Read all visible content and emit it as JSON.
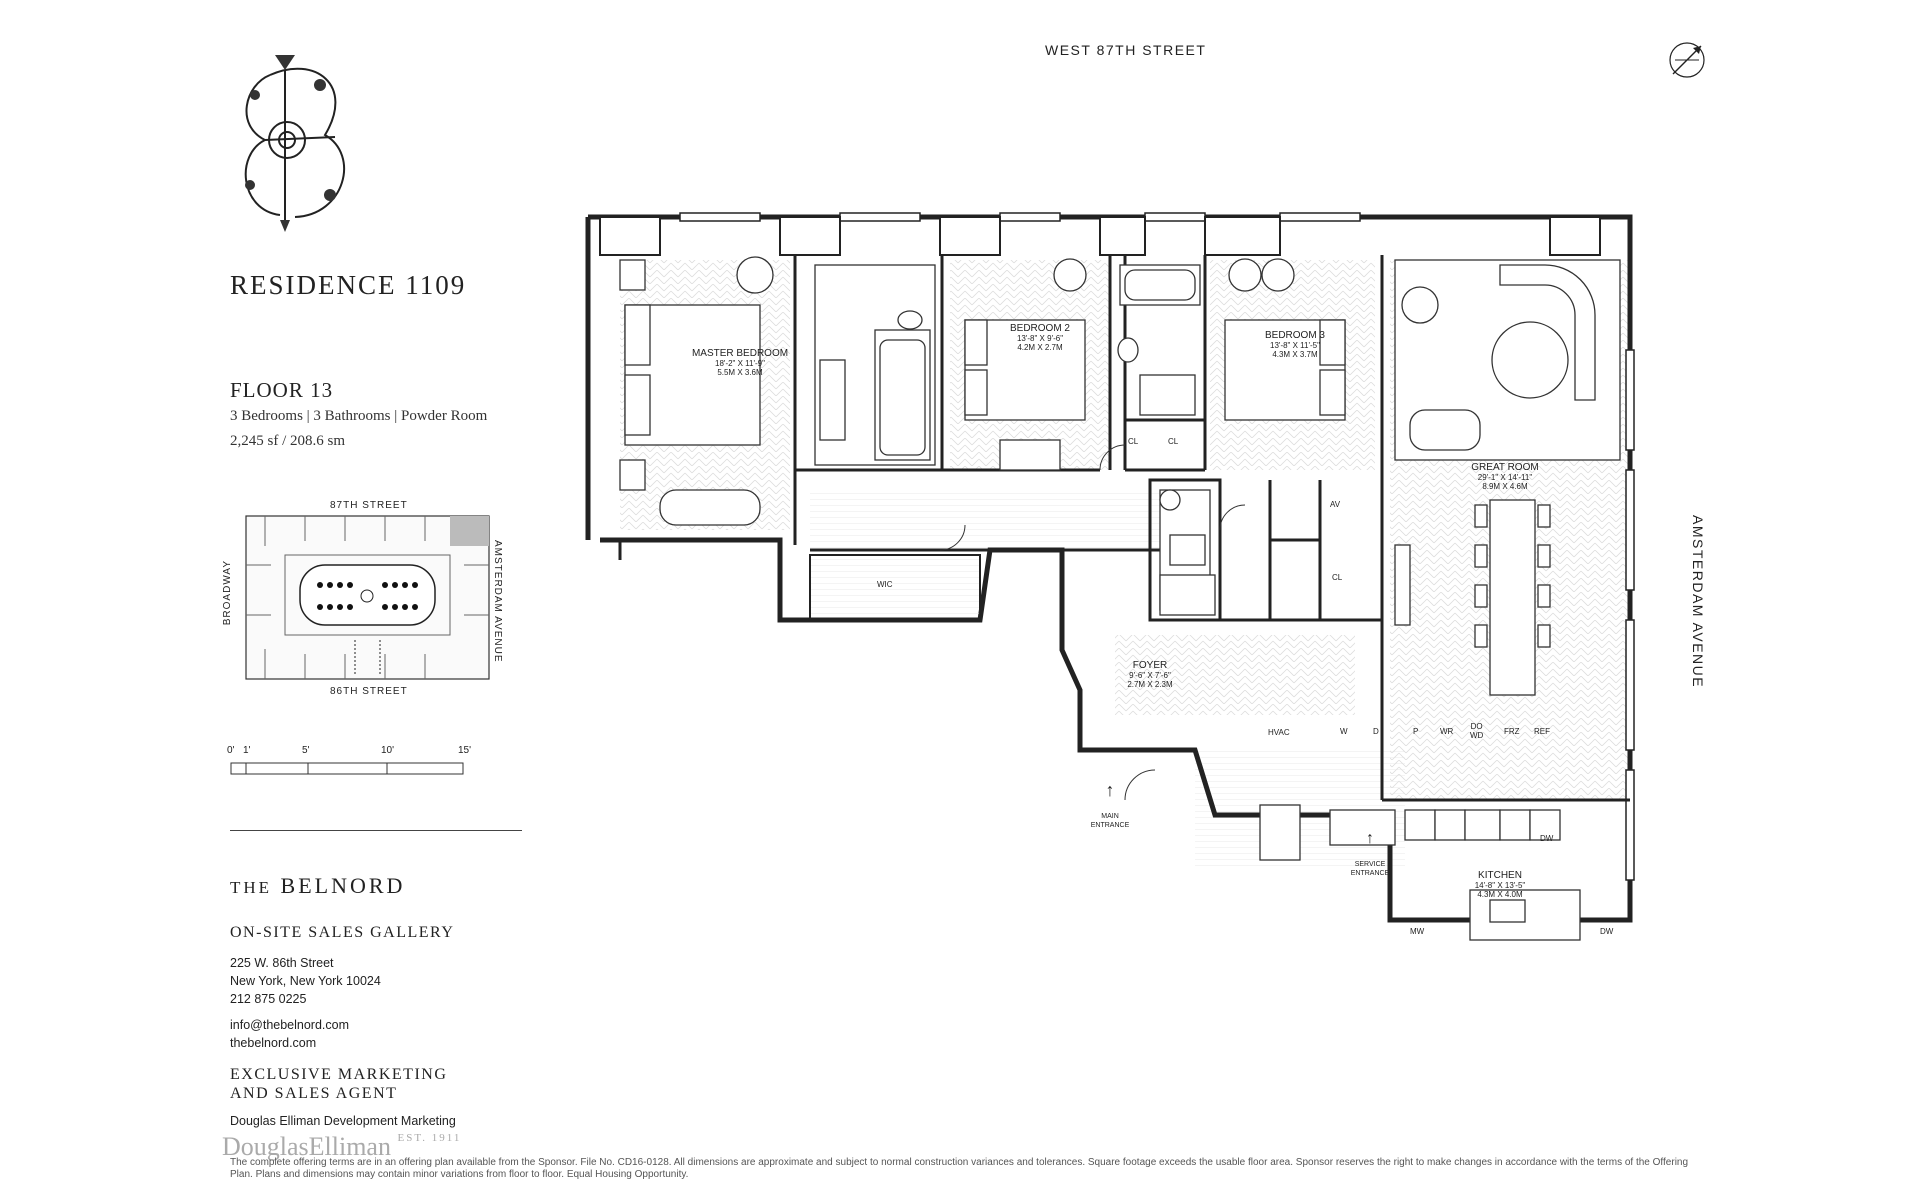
{
  "residence_title": "RESIDENCE 1109",
  "floor": {
    "title": "FLOOR 13",
    "rooms_line": "3 Bedrooms  | 3 Bathrooms | Powder Room",
    "area": "2,245 sf / 208.6 sm"
  },
  "keyplan": {
    "top": "87TH STREET",
    "bottom": "86TH STREET",
    "left": "BROADWAY",
    "right": "AMSTERDAM AVENUE"
  },
  "scale": {
    "ticks": [
      "0'",
      "1'",
      "5'",
      "10'",
      "15'"
    ]
  },
  "brand": {
    "article": "THE",
    "name": "BELNORD"
  },
  "sales": {
    "heading": "ON-SITE SALES GALLERY",
    "address1": "225 W. 86th Street",
    "address2": "New York, New York 10024",
    "phone": "212 875 0225",
    "email": "info@thebelnord.com",
    "website": "thebelnord.com"
  },
  "agent": {
    "heading_line1": "EXCLUSIVE MARKETING",
    "heading_line2": "AND SALES AGENT",
    "name": "Douglas Elliman Development Marketing"
  },
  "disclaimer": "The complete offering terms are in an offering plan available from the Sponsor. File No. CD16-0128. All dimensions are approximate and subject to normal construction variances and tolerances. Square footage exceeds the usable floor area. Sponsor reserves the right to make changes in accordance with the terms of the Offering Plan. Plans and dimensions may contain minor variations from floor to floor. Equal Housing Opportunity.",
  "watermark": "DouglasElliman",
  "watermark_est": "EST. 1911",
  "plan": {
    "street_top": "WEST 87TH STREET",
    "street_right": "AMSTERDAM AVENUE",
    "rooms": {
      "master": {
        "name": "MASTER BEDROOM",
        "dim_imp": "18'-2\" X 11'-9\"",
        "dim_met": "5.5M X 3.6M"
      },
      "bed2": {
        "name": "BEDROOM 2",
        "dim_imp": "13'-8\" X 9'-6\"",
        "dim_met": "4.2M X 2.7M"
      },
      "bed3": {
        "name": "BEDROOM 3",
        "dim_imp": "13'-8\" X 11'-5\"",
        "dim_met": "4.3M X 3.7M"
      },
      "great": {
        "name": "GREAT ROOM",
        "dim_imp": "29'-1\" X 14'-11\"",
        "dim_met": "8.9M X 4.6M"
      },
      "foyer": {
        "name": "FOYER",
        "dim_imp": "9'-6\" X 7'-6\"",
        "dim_met": "2.7M X 2.3M"
      },
      "kitchen": {
        "name": "KITCHEN",
        "dim_imp": "14'-8\" X 13'-5\"",
        "dim_met": "4.3M X 4.0M"
      }
    },
    "labels": {
      "wic": "WIC",
      "cl": "CL",
      "av": "AV",
      "hvac": "HVAC",
      "w": "W",
      "d": "D",
      "p": "P",
      "wr": "WR",
      "do": "DO",
      "wd": "WD",
      "frz": "FRZ",
      "ref": "REF",
      "dw": "DW",
      "mw": "MW",
      "main_entrance_1": "MAIN",
      "main_entrance_2": "ENTRANCE",
      "service_entrance_1": "SERVICE",
      "service_entrance_2": "ENTRANCE"
    }
  }
}
